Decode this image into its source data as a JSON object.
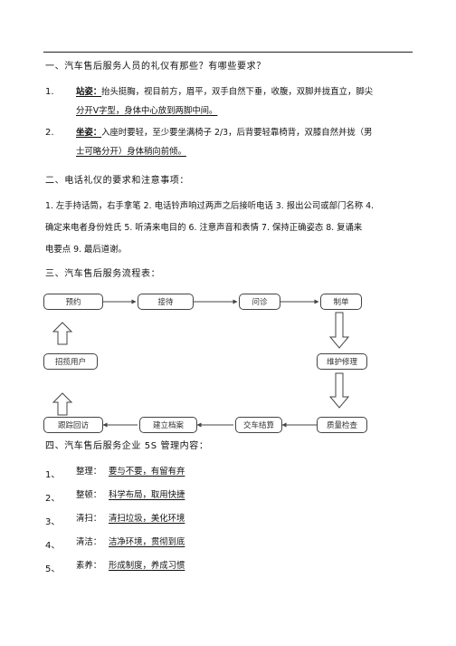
{
  "q1": {
    "title": "一、汽车售后服务人员的礼仪有那些？有哪些要求？",
    "item1": {
      "num": "1.",
      "label": "站姿：",
      "text1": "抬头挺胸，视目前方，眉平，双手自然下垂，收腹，双脚并拢直立，脚尖",
      "text2": "分开V字型，身体中心放到两脚中间。"
    },
    "item2": {
      "num": "2.",
      "label": "坐姿：",
      "text1": "入座时要轻，至少要坐满椅子 2/3，后背要轻靠椅背，双膝自然并拢（男",
      "text2": "士可略分开）身体稍向前倾。"
    }
  },
  "q2": {
    "title": "二、电话礼仪的要求和注意事项：",
    "line1": "1. 左手持话筒，右手拿笔 2. 电话铃声响过两声之后接听电话 3. 报出公司或部门名称 4.",
    "line2": "确定来电者身份姓氏 5. 听清来电目的 6. 注意声音和表情 7. 保持正确姿态 8. 复诵来",
    "line3": "电要点 9. 最后道谢。"
  },
  "q3": {
    "title": "三、汽车售后服务流程表：",
    "steps": {
      "yuyue": "预约",
      "jiedai": "接待",
      "wenzhen": "问诊",
      "zhidan": "制单",
      "weihu": "维护修理",
      "zhiliang": "质量检查",
      "jiaoche": "交车结算",
      "dangan": "建立档案",
      "genzong": "跟踪回访",
      "zhaolan": "招揽用户"
    }
  },
  "q4": {
    "title": "四、汽车售后服务企业 5S 管理内容：",
    "items": [
      {
        "num": "1、",
        "name": "整理：",
        "desc": "要与不要，有留有弃"
      },
      {
        "num": "2、",
        "name": "整顿：",
        "desc": "科学布局，取用快捷"
      },
      {
        "num": "3、",
        "name": "清扫：",
        "desc": "清扫垃圾，美化环境"
      },
      {
        "num": "4、",
        "name": "清洁：",
        "desc": "洁净环境，贯彻到底"
      },
      {
        "num": "5、",
        "name": "素养：",
        "desc": "形成制度，养成习惯"
      }
    ]
  }
}
